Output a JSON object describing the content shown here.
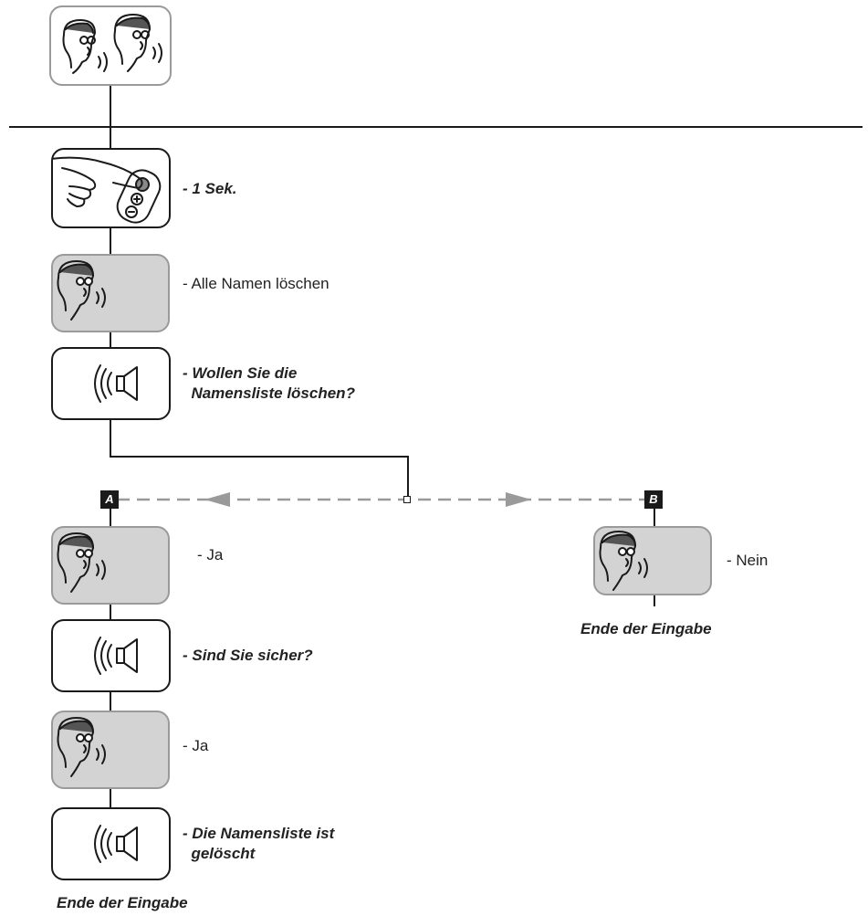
{
  "steps": {
    "press_duration": "- 1 Sek.",
    "say_delete_all": "- Alle Namen löschen",
    "prompt_1_line1": "- Wollen Sie die",
    "prompt_1_line2": "  Namensliste löschen?",
    "say_yes_1": "- Ja",
    "say_no": "- Nein",
    "prompt_2": "- Sind Sie sicher?",
    "say_yes_2": "- Ja",
    "prompt_3_line1": "- Die Namensliste ist",
    "prompt_3_line2": "  gelöscht",
    "end_a": "Ende der Eingabe",
    "end_b": "Ende der Eingabe"
  },
  "branches": {
    "a_tag": "A",
    "b_tag": "B"
  },
  "icons": {
    "start": "two-speaking-heads-icon",
    "press": "finger-pressing-button-icon",
    "voice": "speaking-head-icon",
    "speaker": "loudspeaker-icon"
  },
  "colors": {
    "line": "#1a1a1a",
    "dashed": "#999999",
    "voice_box_fill": "#d3d3d3",
    "voice_box_border": "#9a9a9a"
  }
}
